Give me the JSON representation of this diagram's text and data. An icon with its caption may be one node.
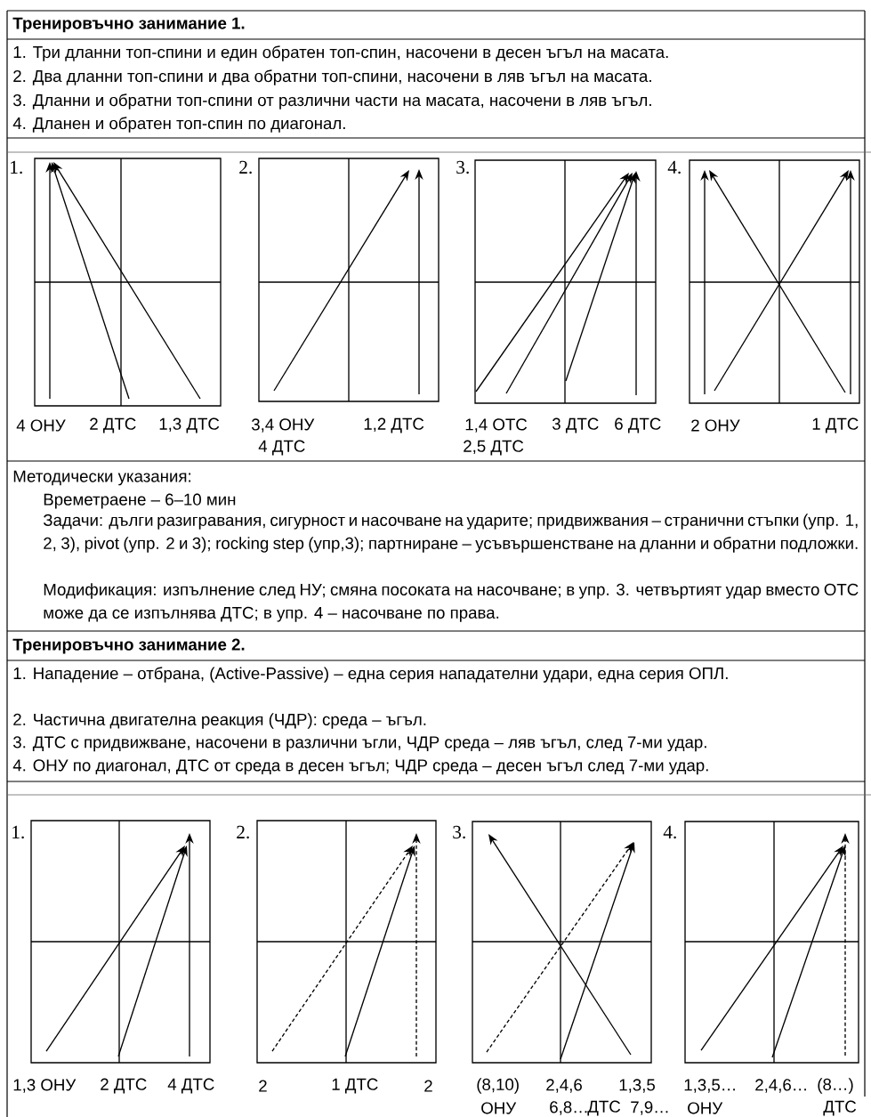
{
  "diagram": {
    "labels": [
      "Тренировъчно занимание 1.",
      "1. Три дланни топ-спини и един обратен топ-спин, насочени в десен ъгъл на масата.",
      "2. Два дланни топ-спини и два обратни топ-спини, насочени в ляв ъгъл на масата.",
      "3. Дланни и обратни топ-спини от различни части на масата, насочени в ляв ъгъл.",
      "4. Дланен и обратен топ-спин по диагонал.",
      "1.",
      "4 ОНУ",
      "2 ДТС",
      "1,3 ДТС",
      "2.",
      "3,4 ОНУ",
      "1,2 ДТС",
      "4 ДТС",
      "3.",
      "1,4 ОТС",
      "3 ДТС",
      "6 ДТС",
      "2,5 ДТС",
      "4.",
      "2 ОНУ",
      "1 ДТС",
      "Методически указания:",
      "Времетраене – 6–10 мин",
      "Задачи: дълги разигравания, сигурност и насочване на ударите; придвижвания – странични стъпки (упр. 1, 2, 3), pivot (упр. 2 и 3); rocking step (упр,3); партниране – усъвършенстване на дланни и обратни подложки.",
      "Модификация: изпълнение след НУ; смяна посоката на насочване; в упр. 3. четвъртият удар вместо ОТС може да се изпълнява ДТС; в упр. 4 – насочване по права.",
      "Тренировъчно занимание 2.",
      "1. Нападение – отбрана, (Active-Passive) – една серия нападателни удари, една серия ОПЛ.",
      "2. Частична двигателна реакция (ЧДР): среда – ъгъл.",
      "3. ДТС с придвижване, насочени в различни ъгли, ЧДР среда – ляв ъгъл, след 7-ми удар.",
      "4. ОНУ по диагонал, ДТС от среда в десен ъгъл; ЧДР среда – десен ъгъл след 7-ми удар.",
      "1.",
      "1,3 ОНУ",
      "2 ДТС",
      "4 ДТС",
      "2.",
      "2",
      "1 ДТС",
      "2",
      "3.",
      "(8,10)",
      "2,4,6",
      "1,3,5",
      "ОНУ",
      "6,8…",
      "ДТС",
      "7,9…",
      "4.",
      "1,3,5…",
      "2,4,6…",
      "(8…)",
      "ОНУ",
      "ДТС"
    ]
  }
}
